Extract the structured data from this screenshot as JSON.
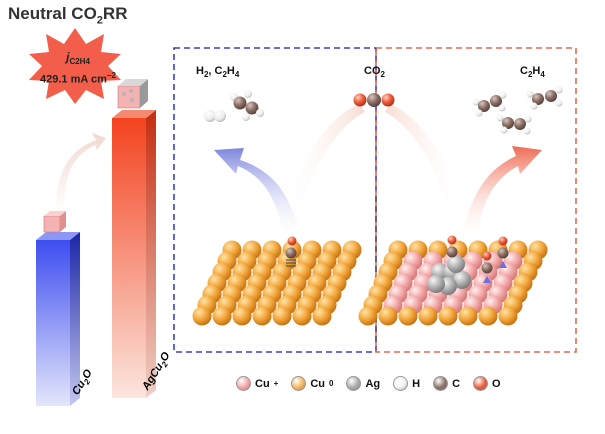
{
  "title": {
    "prefix": "Neutral CO",
    "sub": "2",
    "suffix": "RR"
  },
  "burst": {
    "j": "j",
    "j_sub": "C2H4",
    "value": "429.1 mA cm",
    "exp": "−2"
  },
  "bars": [
    {
      "label_main": "Cu",
      "label_sub": "2",
      "label_end": "O",
      "color": "#2f3ed8"
    },
    {
      "label_main": "AgCu",
      "label_sub": "2",
      "label_end": "O",
      "color": "#f04020"
    }
  ],
  "left_panel": {
    "product_main": "H",
    "product_sub1": "2",
    "product_mid": ", C",
    "product_sub2": "2",
    "product_mid2": "H",
    "product_sub3": "4",
    "border_color": "#3b3bd0"
  },
  "center_label": {
    "main": "CO",
    "sub": "2"
  },
  "right_panel": {
    "product_main": "C",
    "product_sub1": "2",
    "product_mid": "H",
    "product_sub2": "4",
    "border_color": "#e06a50"
  },
  "legend": [
    {
      "symbol": "Cu",
      "sup": "+",
      "color": "#f2a3a3"
    },
    {
      "symbol": "Cu",
      "sup": "0",
      "color": "#f5b35a"
    },
    {
      "symbol": "Ag",
      "sup": "",
      "color": "#a9a9a9"
    },
    {
      "symbol": "H",
      "sup": "",
      "color": "#f2f2f2"
    },
    {
      "symbol": "C",
      "sup": "",
      "color": "#8a6e66"
    },
    {
      "symbol": "O",
      "sup": "",
      "color": "#e85a3a"
    }
  ]
}
